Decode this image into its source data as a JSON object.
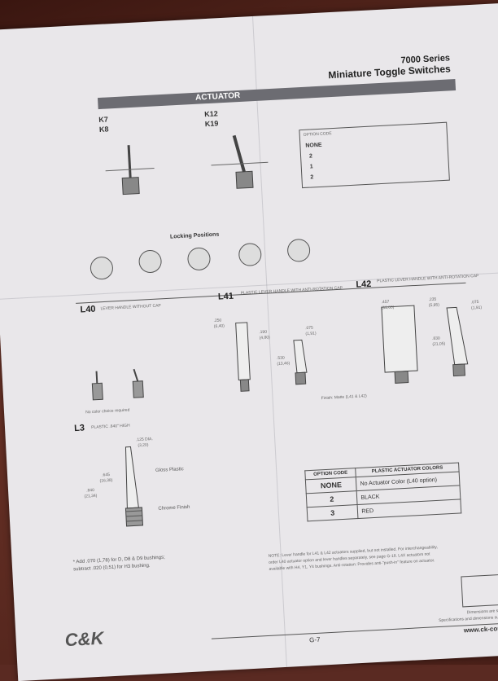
{
  "header": {
    "series": "7000 Series",
    "title": "Miniature Toggle Switches",
    "section": "ACTUATOR"
  },
  "options_top": {
    "k7": "K7",
    "k8": "K8",
    "k12": "K12",
    "k19": "K19"
  },
  "labels": {
    "locking_positions": "Locking Positions",
    "l40": "L40",
    "l41": "L41",
    "l42": "L42",
    "l3": "L3",
    "l3_desc": "PLASTIC .840\" HIGH",
    "l41_desc": "PLASTIC LEVER HANDLE WITH ANTI-ROTATION CAP",
    "l42_desc": "PLASTIC LEVER HANDLE WITH ANTI-ROTATION CAP",
    "l40_desc": "LEVER HANDLE WITHOUT CAP",
    "no_color": "No color choice required",
    "finish": "Finish: Matte (L41 & L42)",
    "gloss_plastic": "Gloss Plastic",
    "chrome_finish": "Chrome Finish",
    "dim_l3_a": ".125 DIA.",
    "dim_l3_a2": "(3,20)",
    "dim_l3_b": ".645",
    "dim_l3_b2": "(16,38)",
    "dim_l3_c": ".840",
    "dim_l3_c2": "(21,34)",
    "dim_l41_a": ".250",
    "dim_l41_a2": "(6,40)",
    "dim_l41_b": ".190",
    "dim_l41_b2": "(4,80)",
    "dim_l41_c": ".075",
    "dim_l41_c2": "(1,91)",
    "dim_l41_d": ".530",
    "dim_l41_d2": "(13,46)",
    "dim_l42_a": ".457",
    "dim_l42_a2": "(11,60)",
    "dim_l42_b": ".235",
    "dim_l42_b2": "(5,95)",
    "dim_l42_c": ".075",
    "dim_l42_c2": "(1,91)",
    "dim_l42_d": ".830",
    "dim_l42_d2": "(21,05)",
    "footnote_1": "* Add .070 (1,78) for D, D8 & D9 bushings;",
    "footnote_2": "subtract .020 (0,51) for H3 bushing.",
    "note_1": "NOTE: Lever handle for L41 & L42 actuators supplied, but not installed. For interchangeability,",
    "note_2": "order L40 actuator option and lever handles separately, see page G-18. L4X actuators not",
    "note_3": "available with H4, Y1, Y4 bushings. Anti-rotation: Provides anti-\"push-in\" feature on actuator.",
    "dimensions_1": "Dimensions are show",
    "dimensions_2": "Specifications and dimensions subj",
    "page_number": "G-7",
    "website": "www.ck-compo",
    "logo": "C&K"
  },
  "color_table": {
    "header_code": "OPTION CODE",
    "header_colors": "PLASTIC ACTUATOR COLORS",
    "rows": [
      {
        "code": "NONE",
        "color": "No Actuator Color (L40 option)"
      },
      {
        "code": "2",
        "color": "BLACK"
      },
      {
        "code": "3",
        "color": "RED"
      }
    ]
  },
  "locking_table": {
    "rows": [
      "OPTION CODE",
      "NONE",
      "2",
      "1",
      "2"
    ]
  }
}
